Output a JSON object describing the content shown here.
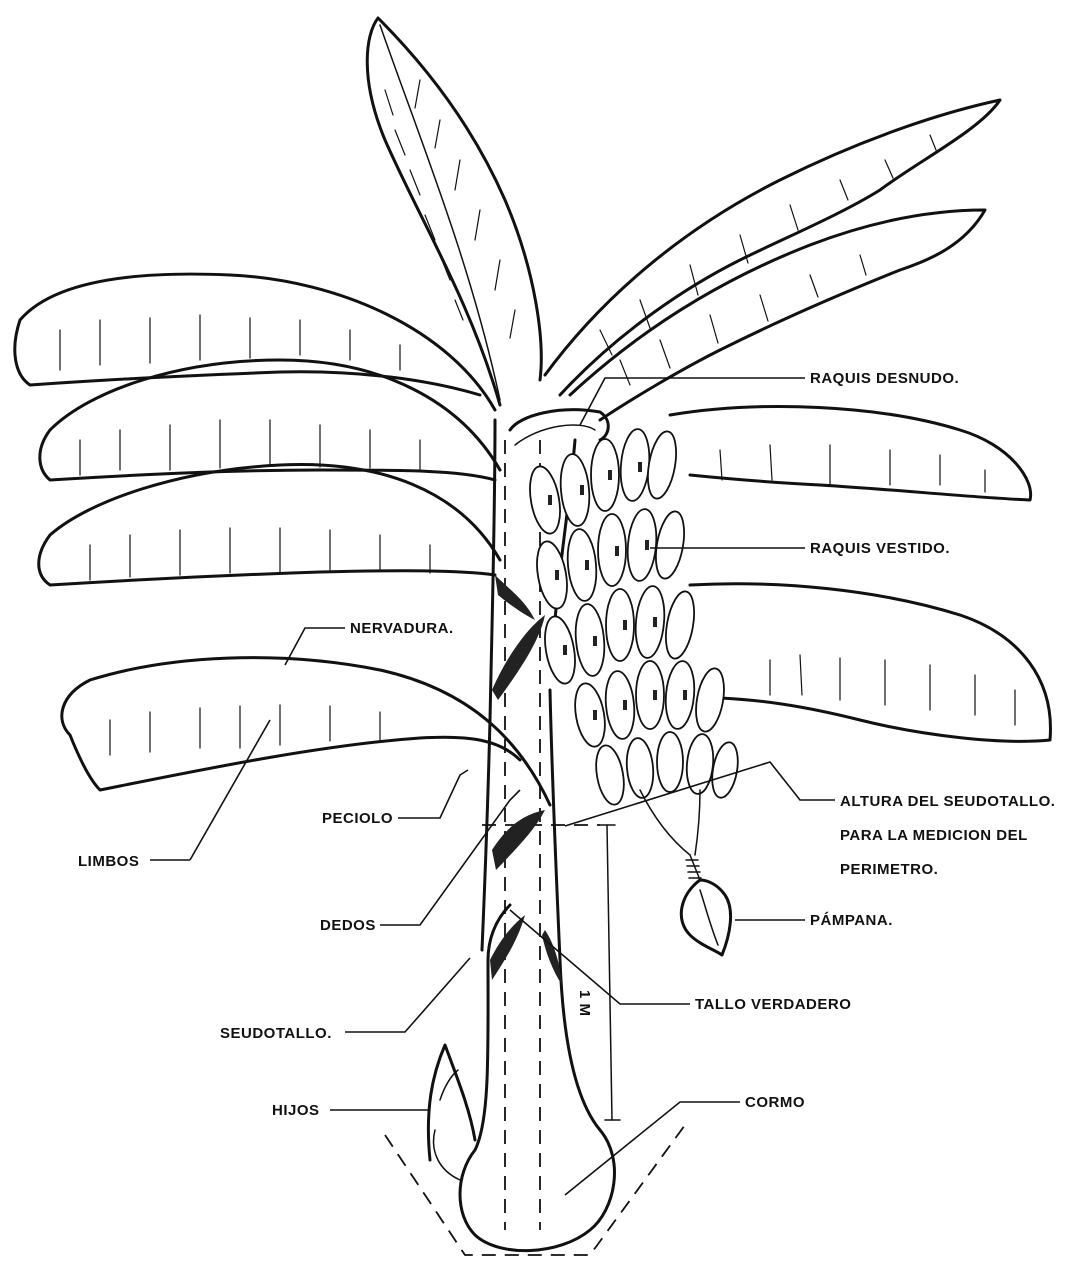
{
  "labels": {
    "raquis_desnudo": "RAQUIS DESNUDO.",
    "raquis_vestido": "RAQUIS VESTIDO.",
    "nervadura": "NERVADURA.",
    "peciolo": "PECIOLO",
    "limbos": "LIMBOS",
    "altura_line1": "ALTURA DEL SEUDOTALLO.",
    "altura_line2": "PARA LA MEDICION DEL",
    "altura_line3": "PERIMETRO.",
    "dedos": "DEDOS",
    "pampana": "PÁMPANA.",
    "tallo_verdadero": "TALLO VERDADERO",
    "seudotallo": "SEUDOTALLO.",
    "hijos": "HIJOS",
    "cormo": "CORMO",
    "measure": "1 M"
  }
}
